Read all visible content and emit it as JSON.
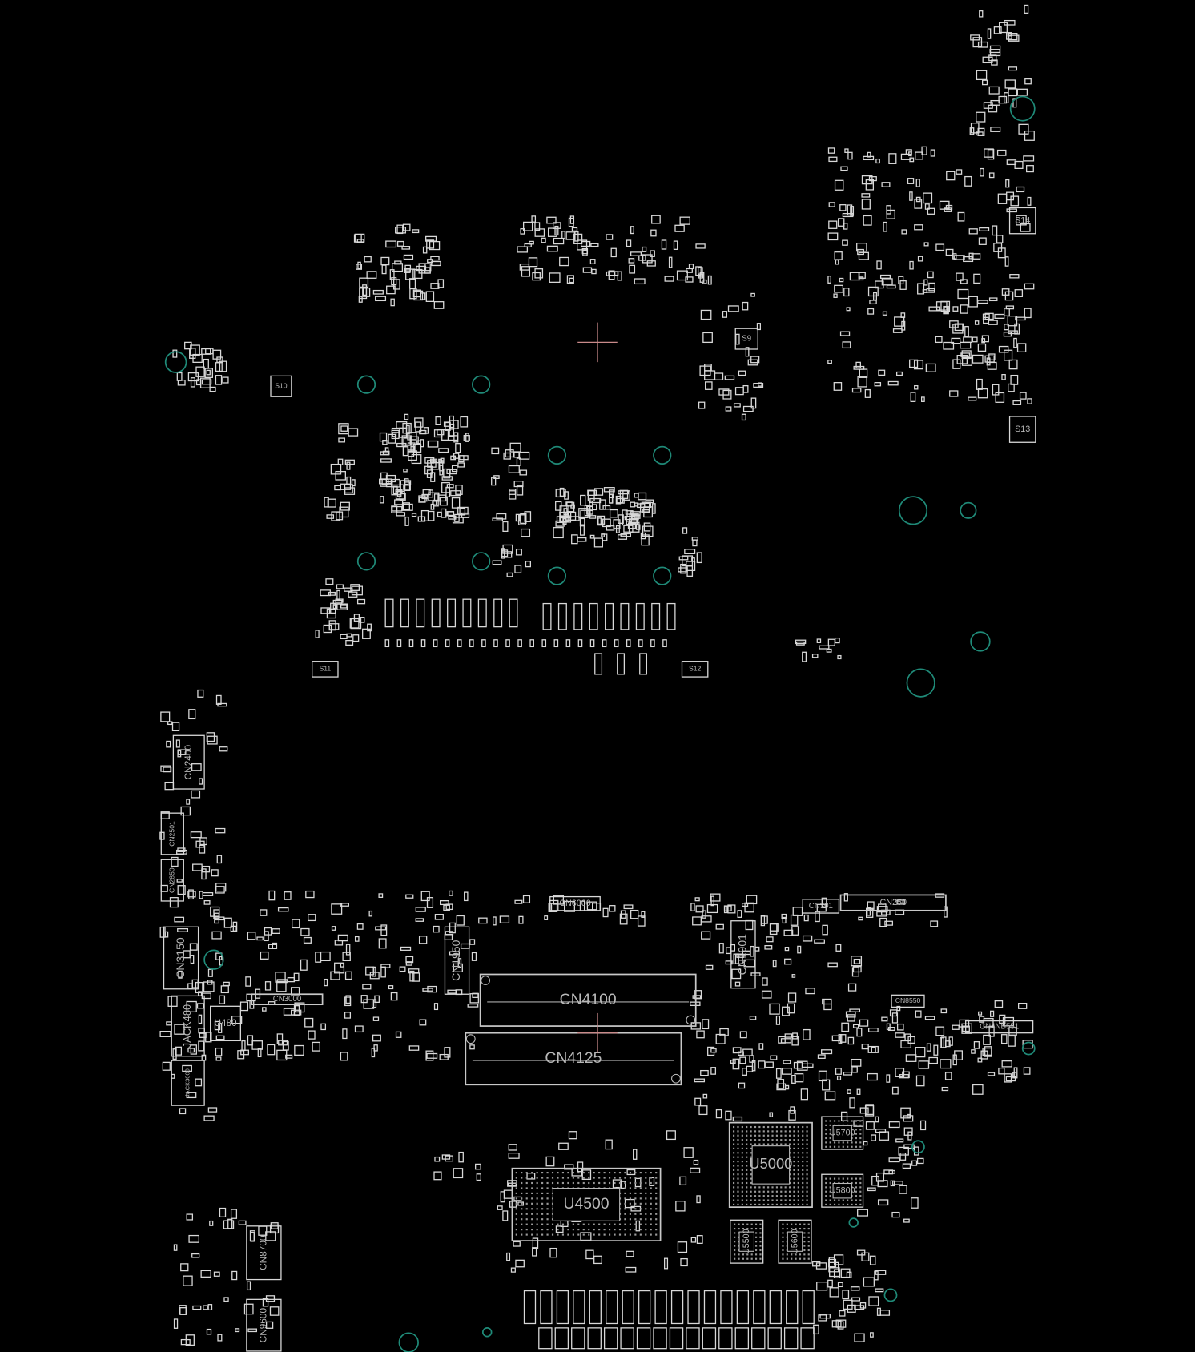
{
  "viewer": {
    "title": "Boardview",
    "accent_color": "#1f8a78",
    "outline_color": "#d8d8d8",
    "cursor_color": "#c98a8a"
  },
  "components": {
    "CN2400": "CN2400",
    "CN2501": "CN2501",
    "CN2850": "CN2850",
    "CN3150": "CN3150",
    "JACK480": "JACK480",
    "U480": "U480",
    "JACK3000": "JACK3000",
    "CN3000": "CN3000",
    "CN1950": "CN1950",
    "CN6000": "CN6000",
    "CN4100": "CN4100",
    "CN4125": "CN4125",
    "CN1901": "CN1901",
    "CN301": "CN301",
    "CN250": "CN250",
    "CN8550": "CN8550",
    "CN4NB551": "CN4NB551",
    "U5000": "U5000",
    "U5700": "U5700",
    "U5800": "U5800",
    "U5500": "U5500",
    "U5600": "U5600",
    "U4500": "U4500",
    "CN8700": "CN8700",
    "CN9600": "CN9600",
    "S9": "S9",
    "S10": "S10",
    "S11": "S11",
    "S12": "S12",
    "S13": "S13",
    "S14": "S14"
  }
}
